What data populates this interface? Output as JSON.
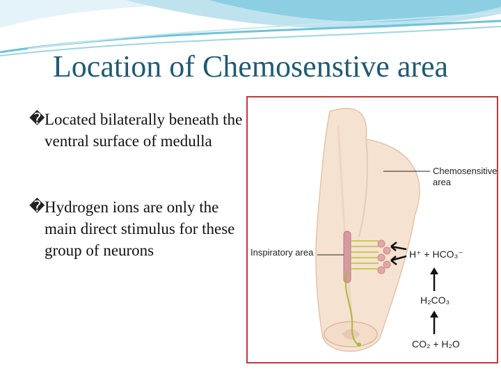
{
  "slide": {
    "title": "Location of Chemosenstive area",
    "bullets": [
      {
        "marker": "�",
        "text": "Located bilaterally beneath the ventral surface of medulla"
      },
      {
        "marker": "�",
        "text": "Hydrogen ions are only the main direct stimulus for these group of neurons"
      }
    ]
  },
  "figure": {
    "chemosensitive_label": "Chemosensitive area",
    "inspiratory_label": "Inspiratory area",
    "eq_hion": "H⁺ + HCO₃⁻",
    "eq_carbonic": "H₂CO₃",
    "eq_co2": "CO₂ + H₂O"
  },
  "colors": {
    "title": "#1f5b73",
    "frame_border": "#c8343a",
    "tissue": "#f6e2d0",
    "neuron": "#d79aa0",
    "nerve": "#a9b83a"
  }
}
